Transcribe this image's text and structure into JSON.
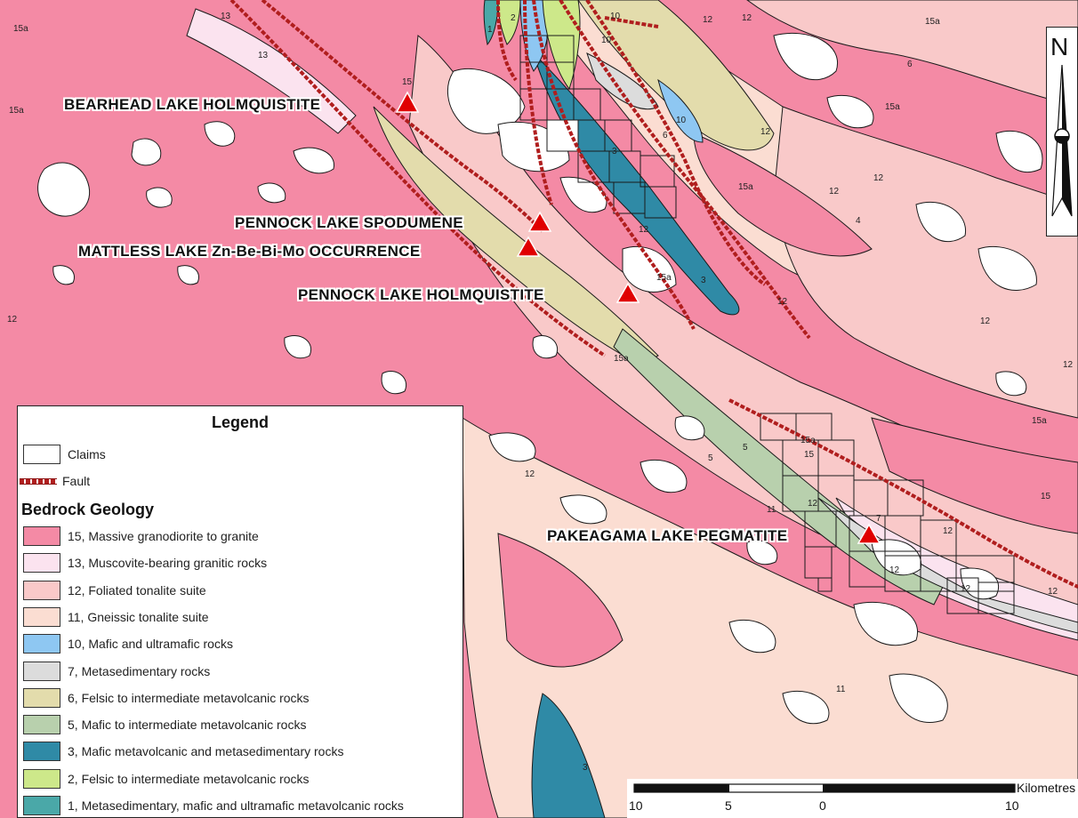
{
  "occurrences": [
    {
      "id": "bearhead",
      "name": "BEARHEAD LAKE HOLMQUISTITE"
    },
    {
      "id": "pennock-spod",
      "name": "PENNOCK LAKE SPODUMENE"
    },
    {
      "id": "mattless",
      "name": "MATTLESS LAKE Zn-Be-Bi-Mo OCCURRENCE"
    },
    {
      "id": "pennock-holm",
      "name": "PENNOCK LAKE HOLMQUISTITE"
    },
    {
      "id": "pakeagama",
      "name": "PAKEAGAMA LAKE PEGMATITE"
    }
  ],
  "legend": {
    "title": "Legend",
    "claims_label": "Claims",
    "fault_label": "Fault",
    "bedrock_title": "Bedrock Geology",
    "units": [
      {
        "label": "15, Massive granodiorite to granite",
        "color": "#f48aa5"
      },
      {
        "label": "13, Muscovite-bearing granitic rocks",
        "color": "#fbe3ef"
      },
      {
        "label": "12, Foliated tonalite suite",
        "color": "#f9c9c9"
      },
      {
        "label": "11, Gneissic tonalite suite",
        "color": "#fbddd2"
      },
      {
        "label": "10, Mafic and ultramafic rocks",
        "color": "#8ec7f2"
      },
      {
        "label": "7, Metasedimentary rocks",
        "color": "#dcdcdc"
      },
      {
        "label": "6, Felsic to intermediate metavolcanic rocks",
        "color": "#e3dcac"
      },
      {
        "label": "5, Mafic to intermediate metavolcanic rocks",
        "color": "#b8d0ad"
      },
      {
        "label": "3, Mafic metavolcanic and metasedimentary rocks",
        "color": "#2f8aa6"
      },
      {
        "label": "2, Felsic to intermediate metavolcanic rocks",
        "color": "#cde88a"
      },
      {
        "label": "1, Metasedimentary, mafic and ultramafic metavolcanic rocks",
        "color": "#4aa8a8"
      }
    ]
  },
  "unit_numbers": [
    "13",
    "15a",
    "2",
    "1",
    "10",
    "12",
    "12",
    "15a",
    "13",
    "15",
    "15a",
    "12",
    "15a",
    "6",
    "10",
    "15a",
    "12",
    "12",
    "3",
    "12",
    "15a",
    "6",
    "12",
    "4",
    "12",
    "15a",
    "3",
    "12",
    "12",
    "15a",
    "12",
    "15a",
    "12",
    "12",
    "5",
    "15",
    "11",
    "12",
    "15",
    "12",
    "12",
    "11",
    "3",
    "7",
    "10",
    "5"
  ],
  "north_arrow": {
    "letter": "N"
  },
  "scale": {
    "ticks": [
      "10",
      "5",
      "0",
      "10"
    ],
    "unit": "Kilometres"
  },
  "colors": {
    "claims": "#ffffff",
    "fault": "#b01e1e",
    "triangle": "#e00000",
    "outline": "#1a1a1a"
  }
}
